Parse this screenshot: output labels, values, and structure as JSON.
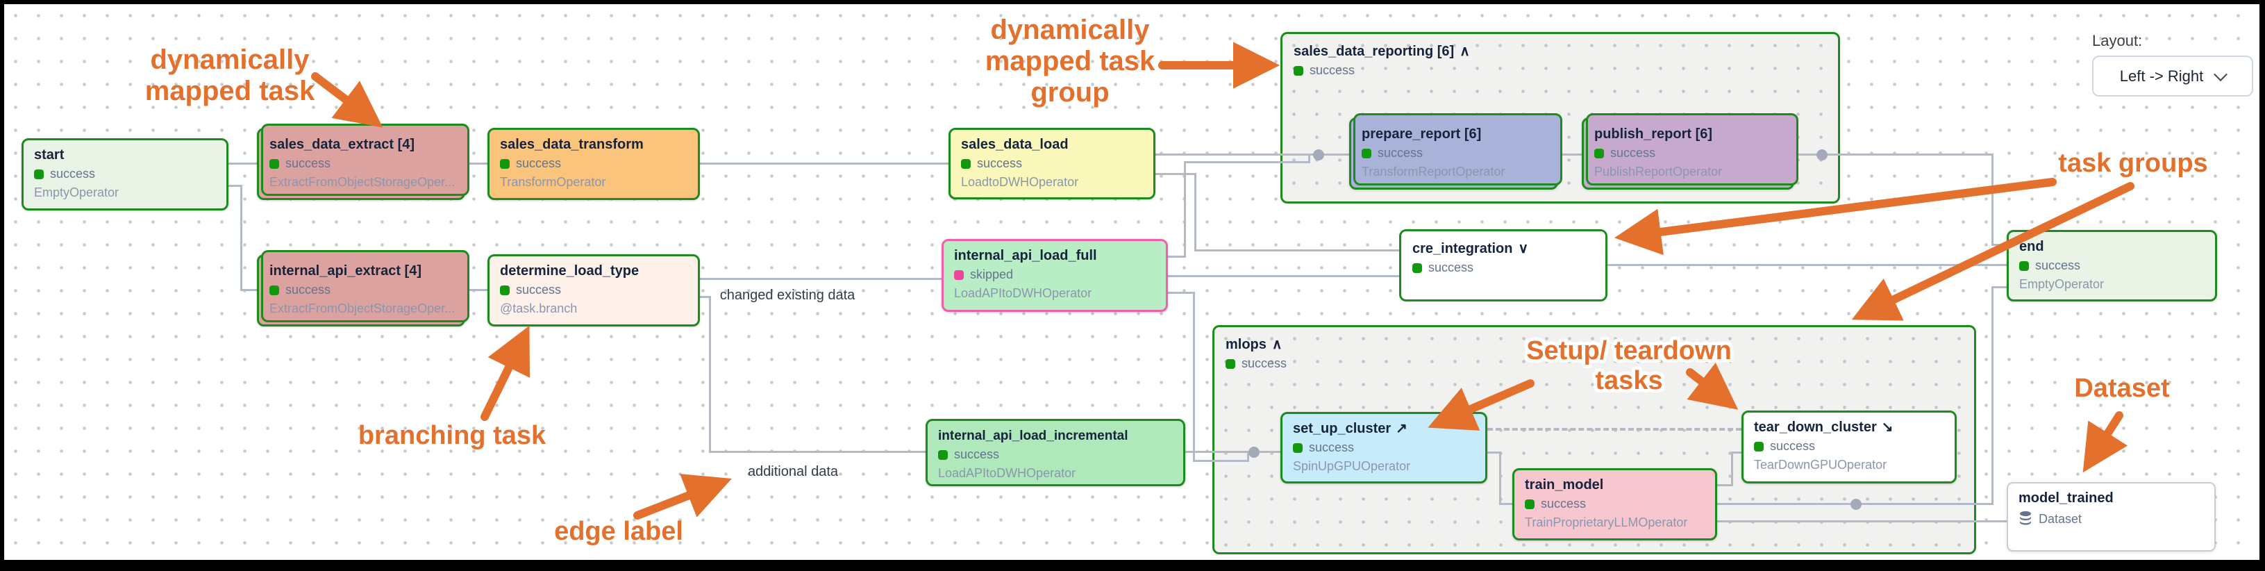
{
  "layout_control": {
    "label": "Layout:",
    "value": "Left -> Right"
  },
  "nodes": {
    "start": {
      "title": "start",
      "status": "success",
      "operator": "EmptyOperator"
    },
    "sales_data_extract": {
      "title": "sales_data_extract [4]",
      "status": "success",
      "operator": "ExtractFromObjectStorageOper..."
    },
    "sales_data_transform": {
      "title": "sales_data_transform",
      "status": "success",
      "operator": "TransformOperator"
    },
    "sales_data_load": {
      "title": "sales_data_load",
      "status": "success",
      "operator": "LoadtoDWHOperator"
    },
    "internal_api_extract": {
      "title": "internal_api_extract [4]",
      "status": "success",
      "operator": "ExtractFromObjectStorageOper..."
    },
    "determine_load_type": {
      "title": "determine_load_type",
      "status": "success",
      "operator": "@task.branch"
    },
    "internal_api_load_full": {
      "title": "internal_api_load_full",
      "status": "skipped",
      "operator": "LoadAPItoDWHOperator"
    },
    "internal_api_load_incremental": {
      "title": "internal_api_load_incremental",
      "status": "success",
      "operator": "LoadAPItoDWHOperator"
    },
    "prepare_report": {
      "title": "prepare_report [6]",
      "status": "success",
      "operator": "TransformReportOperator"
    },
    "publish_report": {
      "title": "publish_report [6]",
      "status": "success",
      "operator": "PublishReportOperator"
    },
    "set_up_cluster": {
      "title": "set_up_cluster",
      "suffix": "↗",
      "status": "success",
      "operator": "SpinUpGPUOperator"
    },
    "train_model": {
      "title": "train_model",
      "status": "success",
      "operator": "TrainProprietaryLLMOperator"
    },
    "tear_down_cluster": {
      "title": "tear_down_cluster",
      "suffix": "↘",
      "status": "success",
      "operator": "TearDownGPUOperator"
    },
    "end": {
      "title": "end",
      "status": "success",
      "operator": "EmptyOperator"
    }
  },
  "groups": {
    "sales_data_reporting": {
      "title": "sales_data_reporting [6]",
      "chevron": "∧",
      "status": "success"
    },
    "cre_integration": {
      "title": "cre_integration",
      "chevron": "∨",
      "status": "success"
    },
    "mlops": {
      "title": "mlops",
      "chevron": "∧",
      "status": "success"
    }
  },
  "dataset_node": {
    "title": "model_trained",
    "type_label": "Dataset"
  },
  "edge_labels": {
    "changed": "changed existing data",
    "additional": "additional data"
  },
  "annotations": {
    "mapped_task": {
      "line1": "dynamically",
      "line2": "mapped task"
    },
    "mapped_task_group": {
      "line1": "dynamically",
      "line2": "mapped task",
      "line3": "group"
    },
    "task_groups": "task groups",
    "setup_teardown": {
      "line1": "Setup/ teardown",
      "line2": "tasks"
    },
    "branching_task": "branching task",
    "edge_label": "edge label",
    "dataset": "Dataset"
  },
  "colors": {
    "annotation_orange": "#e4702d",
    "task_border_green": "#1e8b1e",
    "status_success_green": "#12980f",
    "skipped_pink": "#f0439b",
    "edge_gray": "#b3bac6",
    "node_start_end_bg": "#eaf4e6",
    "node_extract_bg": "#dca29f",
    "node_transform_bg": "#fac47c",
    "node_load_bg": "#f9f8ba",
    "node_branch_bg": "#fdf1ea",
    "node_mint_bg": "#b9edc6",
    "node_prepare_bg": "#a9b3d9",
    "node_publish_bg": "#c8a9ce",
    "node_setup_bg": "#c6ecf9",
    "node_train_bg": "#f7c7cf",
    "group_bg": "#f1f1ef"
  }
}
